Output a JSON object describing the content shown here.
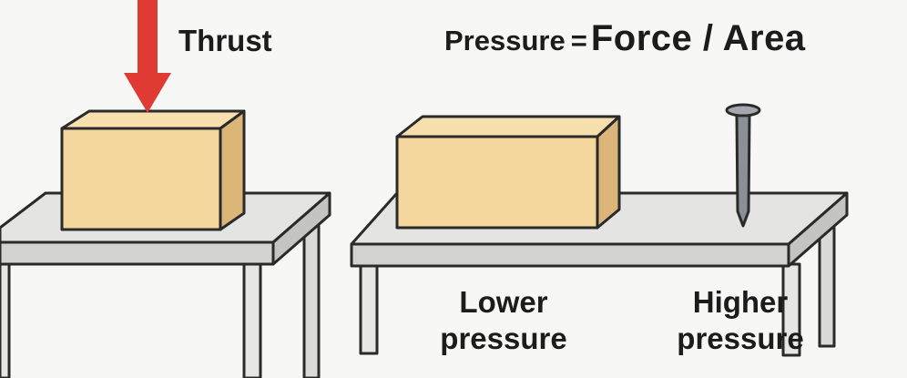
{
  "thrust_label": "Thrust",
  "formula": {
    "lhs": "Pressure",
    "equals": "=",
    "rhs": "Force / Area"
  },
  "labels": {
    "lower_line1": "Lower",
    "lower_line2": "pressure",
    "higher_line1": "Higher",
    "higher_line2": "pressure"
  },
  "colors": {
    "arrow": "#e03a35",
    "block_front": "#f4d79d",
    "block_top": "#f7e0ad",
    "block_side": "#dcb678",
    "table_top": "#e2e2e0",
    "table_edge": "#cfcfcd",
    "nail": "#8a9096",
    "outline": "#2a2a2a"
  }
}
